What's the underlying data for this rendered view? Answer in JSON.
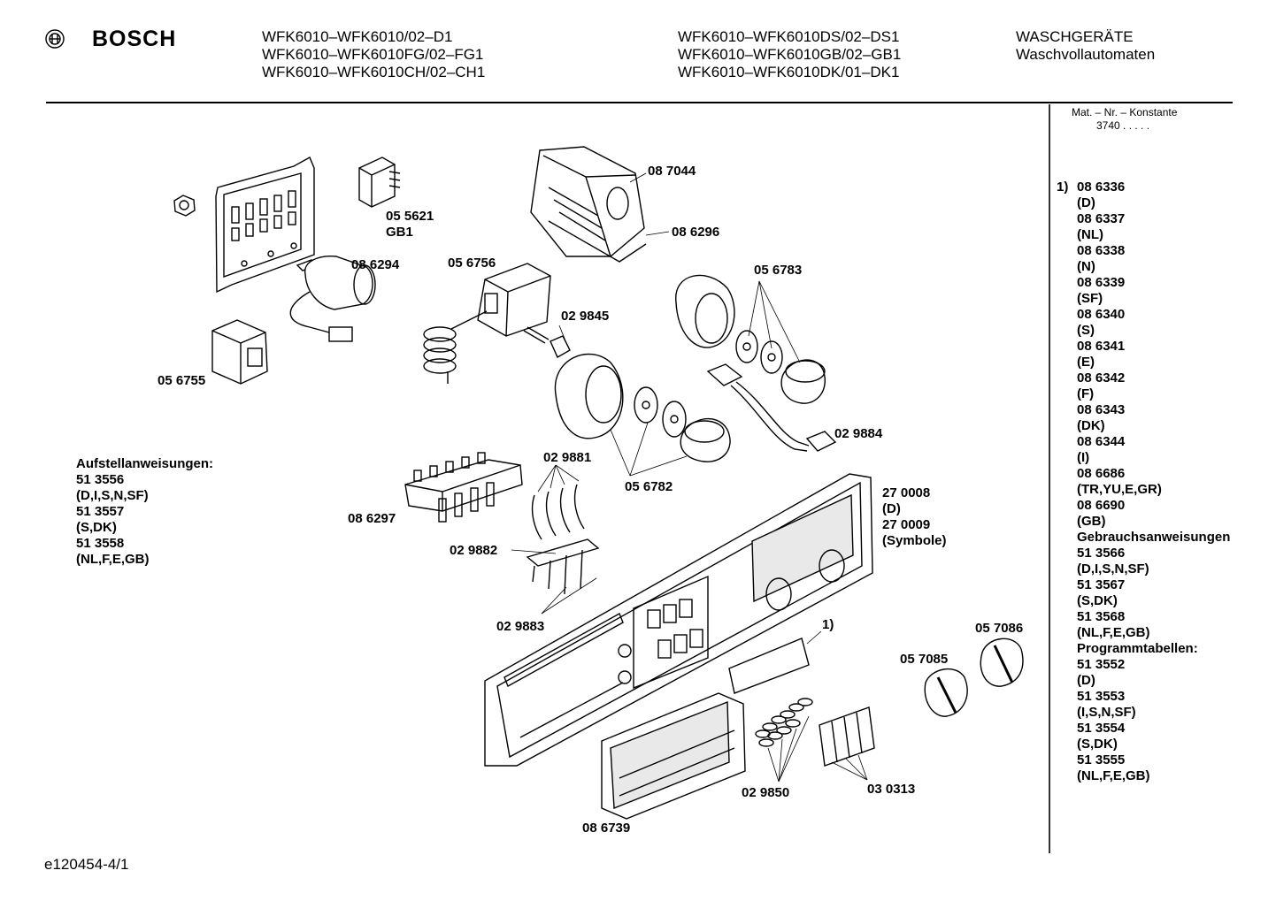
{
  "header": {
    "brand": "BOSCH",
    "models_col1": [
      "WFK6010–WFK6010/02–D1",
      "WFK6010–WFK6010FG/02–FG1",
      "WFK6010–WFK6010CH/02–CH1"
    ],
    "models_col2": [
      "WFK6010–WFK6010DS/02–DS1",
      "WFK6010–WFK6010GB/02–GB1",
      "WFK6010–WFK6010DK/01–DK1"
    ],
    "category": "WASCHGERÄTE",
    "subcategory": "Waschvollautomaten"
  },
  "sidebar": {
    "mat_nr_label": "Mat. – Nr. – Konstante",
    "mat_nr_value": "3740 . . . . .",
    "footnote_marker": "1)",
    "lines": [
      "08 6336",
      "(D)",
      "08 6337",
      "(NL)",
      "08 6338",
      "(N)",
      "08 6339",
      "(SF)",
      "08 6340",
      "(S)",
      "08 6341",
      "(E)",
      "08 6342",
      "(F)",
      "08 6343",
      "(DK)",
      "08 6344",
      "(I)",
      "08 6686",
      "(TR,YU,E,GR)",
      "08 6690",
      "(GB)",
      "Gebrauchsanweisungen",
      "51 3566",
      "(D,I,S,N,SF)",
      "51 3567",
      "(S,DK)",
      "51 3568",
      "(NL,F,E,GB)",
      "Programmtabellen:",
      "51 3552",
      "(D)",
      "51 3553",
      "(I,S,N,SF)",
      "51 3554",
      "(S,DK)",
      "51 3555",
      "(NL,F,E,GB)"
    ]
  },
  "setup_instructions": {
    "title": "Aufstellanweisungen:",
    "lines": [
      "51 3556",
      "(D,I,S,N,SF)",
      "51 3557",
      "(S,DK)",
      "51 3558",
      "(NL,F,E,GB)"
    ]
  },
  "part_labels": {
    "p087044": "08 7044",
    "p086296": "08 6296",
    "p055621": "05 5621",
    "gb1": "GB1",
    "p086294": "08 6294",
    "p056756": "05 6756",
    "p056783": "05 6783",
    "p029845": "02 9845",
    "p056755": "05 6755",
    "p029884": "02 9884",
    "p029881": "02 9881",
    "p056782": "05 6782",
    "p086297": "08 6297",
    "p270008": "27 0008",
    "d_note": "(D)",
    "p270009": "27 0009",
    "symbole": "(Symbole)",
    "p029882": "02 9882",
    "p029883": "02 9883",
    "footnote_ref": "1)",
    "p057086": "05 7086",
    "p057085": "05 7085",
    "p029850": "02 9850",
    "p030313": "03 0313",
    "p086739": "08 6739"
  },
  "footer": {
    "code": "e120454-4/1"
  }
}
